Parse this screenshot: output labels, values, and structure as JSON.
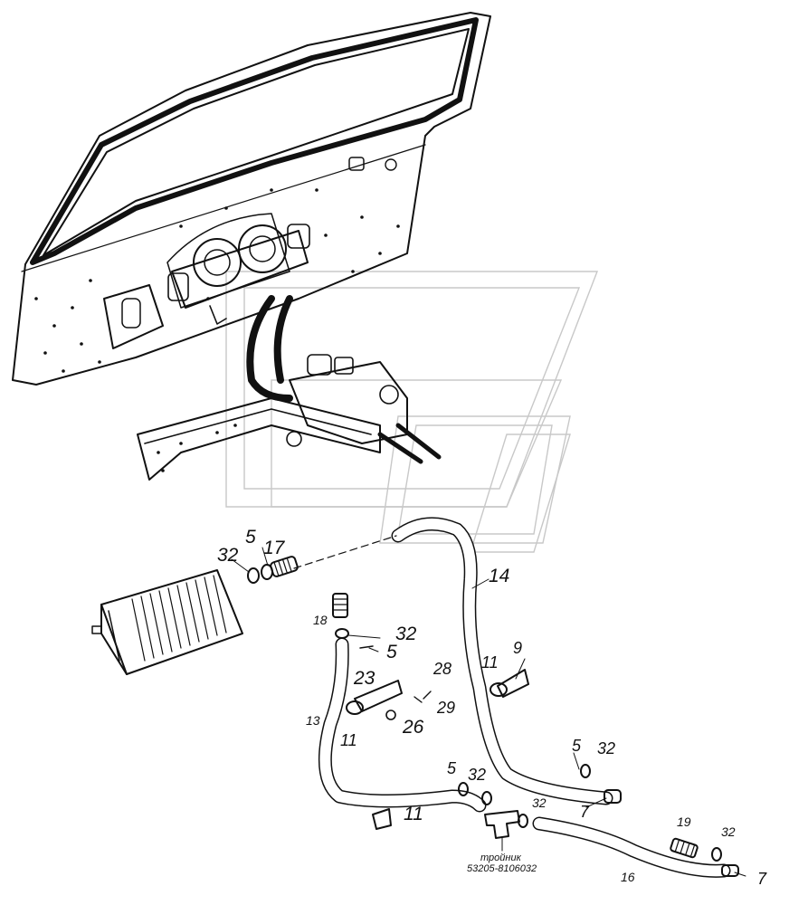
{
  "labels": {
    "l5_top": "5",
    "l17": "17",
    "l32_left": "32",
    "l14": "14",
    "l18": "18",
    "l32_mid": "32",
    "l5_mid": "5",
    "l11_right": "11",
    "l9": "9",
    "l28": "28",
    "l23": "23",
    "l29": "29",
    "l26": "26",
    "l13": "13",
    "l11_mid": "11",
    "l5_right": "5",
    "l32_right": "32",
    "l5_low": "5",
    "l32_low": "32",
    "l7_upper": "7",
    "l32_tee": "32",
    "l11_low": "11",
    "l19": "19",
    "l32_far": "32",
    "l16": "16",
    "l7_lower": "7"
  },
  "tee_caption": {
    "name": "тройник",
    "part_number": "53205-8106032"
  },
  "icons": [
    "cab-panel-icon",
    "heater-unit-icon",
    "radiator-icon",
    "hose-icon",
    "clamp-icon",
    "bracket-icon",
    "tee-fitting-icon",
    "watermark-logo-icon"
  ]
}
